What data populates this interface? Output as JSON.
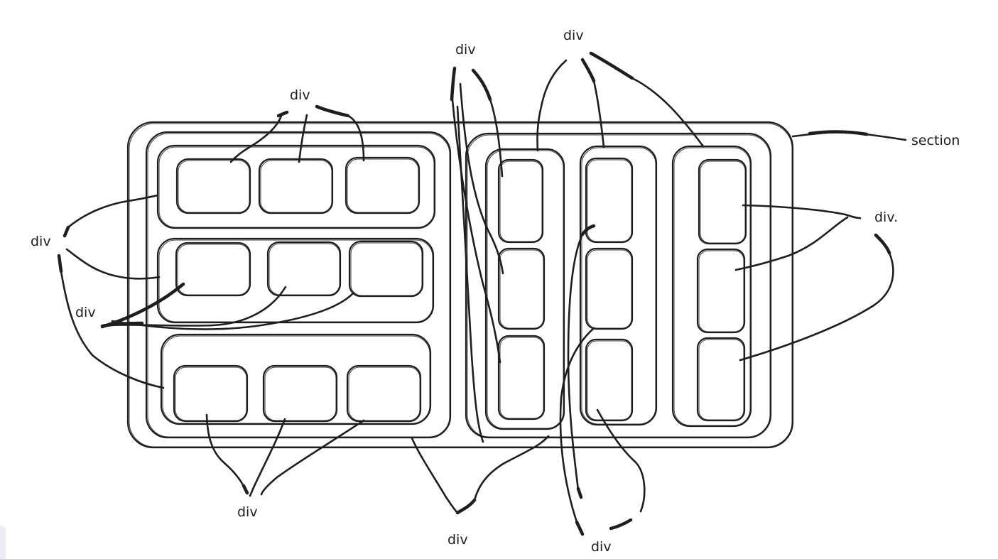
{
  "labels": {
    "section": "section",
    "div_top_left": "div",
    "div_top_middle": "div",
    "div_top_right": "div",
    "div_left": "div",
    "div_left_inner": "div",
    "div_right": "div.",
    "div_bottom_left": "div",
    "div_bottom_middle": "div",
    "div_bottom_right": "div"
  },
  "colors": {
    "stroke": "#1e1e1e",
    "background": "#ffffff"
  }
}
